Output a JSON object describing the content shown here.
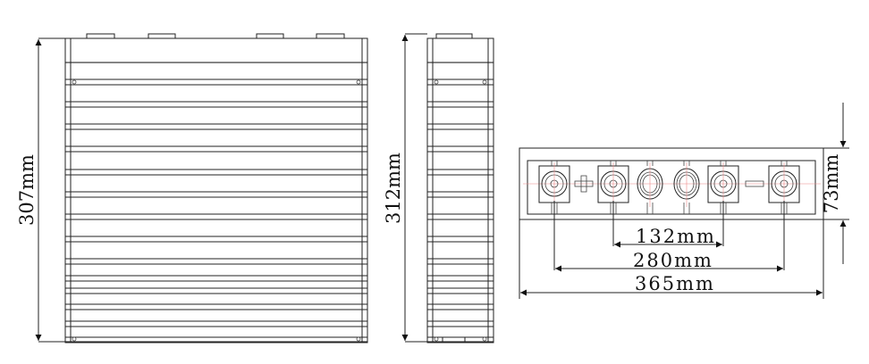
{
  "dimensions": {
    "front_height": "307mm",
    "side_height": "312mm",
    "top_depth": "73mm",
    "terminal_inner_spacing": "132mm",
    "terminal_outer_spacing": "280mm",
    "overall_width": "365mm"
  },
  "colors": {
    "line": "#222222",
    "centerline": "#ee8888"
  }
}
